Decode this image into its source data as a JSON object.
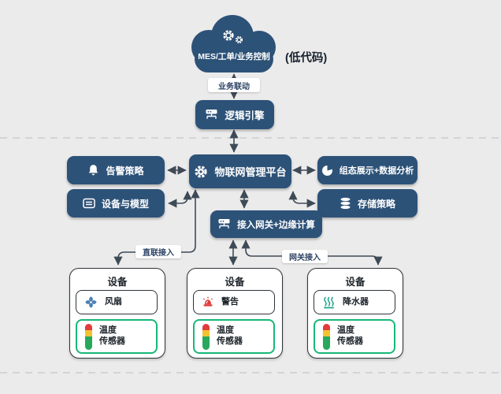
{
  "colors": {
    "background": "#ebebeb",
    "node_bg": "#2d5278",
    "connector": "#3f4a57",
    "dashed_rule": "#c9cdd1",
    "sensor_border": "#17b877",
    "thermo_red": "#e23c3c",
    "thermo_yellow": "#f2c230",
    "thermo_green": "#27a85c",
    "fan_blue": "#4d7fb5",
    "alarm_red": "#e23c3c",
    "steam_teal": "#21a38c"
  },
  "cloud": {
    "label": "MES/工单/业务控制",
    "side_note": "(低代码)",
    "icon": "gear-icon"
  },
  "top_flow": {
    "link_label": "业务联动",
    "engine": {
      "label": "逻辑引擎",
      "icon": "sitemap-icon"
    }
  },
  "platform": {
    "label": "物联网管理平台",
    "icon": "gear-icon"
  },
  "left_nodes": [
    {
      "label": "告警策略",
      "icon": "bell-icon"
    },
    {
      "label": "设备与模型",
      "icon": "device-model-icon"
    }
  ],
  "right_nodes": [
    {
      "label": "组态展示+数据分析",
      "icon": "pie-chart-icon"
    },
    {
      "label": "存储策略",
      "icon": "database-icon"
    }
  ],
  "gateway": {
    "label": "接入网关+边缘计算",
    "icon": "sitemap-icon"
  },
  "access_labels": {
    "direct": "直联接入",
    "gateway": "网关接入"
  },
  "devices": [
    {
      "title": "设备",
      "component": {
        "label": "风扇",
        "icon": "fan-icon"
      },
      "sensor": {
        "label_line1": "温度",
        "label_line2": "传感器",
        "icon": "thermometer-icon"
      }
    },
    {
      "title": "设备",
      "component": {
        "label": "警告",
        "icon": "alarm-icon"
      },
      "sensor": {
        "label_line1": "温度",
        "label_line2": "传感器",
        "icon": "thermometer-icon"
      }
    },
    {
      "title": "设备",
      "component": {
        "label": "降水器",
        "icon": "steam-icon"
      },
      "sensor": {
        "label_line1": "温度",
        "label_line2": "传感器",
        "icon": "thermometer-icon"
      }
    }
  ]
}
